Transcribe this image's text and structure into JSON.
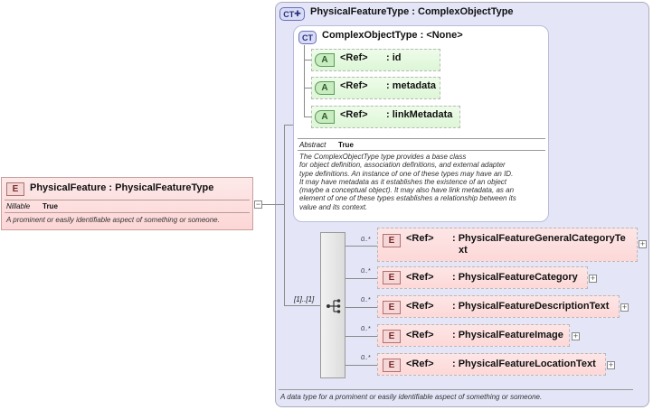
{
  "root_type": {
    "badge": "CT",
    "title": "PhysicalFeatureType : ComplexObjectType",
    "footer": "A data type for a prominent or easily identifiable aspect of something or someone."
  },
  "base_type": {
    "badge": "CT",
    "title": "ComplexObjectType : <None>",
    "attributes": [
      {
        "badge": "A",
        "ref": "<Ref>",
        "name": ": id"
      },
      {
        "badge": "A",
        "ref": "<Ref>",
        "name": ": metadata"
      },
      {
        "badge": "A",
        "ref": "<Ref>",
        "name": ": linkMetadata"
      }
    ],
    "abstract_label": "Abstract",
    "abstract_value": "True",
    "description_lines": [
      "The ComplexObjectType type provides a base class",
      "for object definition, association definitions, and external adapter",
      "type definitions. An instance of one of these types may have an ID.",
      "It may have metadata as it establishes the existence of an object",
      "(maybe a conceptual object). It may also have link metadata, as an",
      "element of one of these types establishes a relationship between its",
      "value and its context."
    ]
  },
  "element": {
    "badge": "E",
    "title": "PhysicalFeature : PhysicalFeatureType",
    "nillable_label": "Nillable",
    "nillable_value": "True",
    "description": "A prominent or easily identifiable aspect of something or someone."
  },
  "sequence": {
    "cardinality": "[1]..[1]",
    "children": [
      {
        "badge": "E",
        "cardinality": "0..*",
        "ref": "<Ref>",
        "name_lines": [
          ": PhysicalFeatureGeneralCategoryTe",
          "xt"
        ]
      },
      {
        "badge": "E",
        "cardinality": "0..*",
        "ref": "<Ref>",
        "name_lines": [
          ": PhysicalFeatureCategory"
        ]
      },
      {
        "badge": "E",
        "cardinality": "0..*",
        "ref": "<Ref>",
        "name_lines": [
          ": PhysicalFeatureDescriptionText"
        ]
      },
      {
        "badge": "E",
        "cardinality": "0..*",
        "ref": "<Ref>",
        "name_lines": [
          ": PhysicalFeatureImage"
        ]
      },
      {
        "badge": "E",
        "cardinality": "0..*",
        "ref": "<Ref>",
        "name_lines": [
          ": PhysicalFeatureLocationText"
        ]
      }
    ]
  },
  "icons": {
    "expand": "plus-icon",
    "collapse": "minus-icon",
    "sequence": "sequence-icon",
    "complex_type": "complex-type-icon"
  },
  "colors": {
    "type_panel": "#e2e4f8",
    "element_fill": "#fdd8d8",
    "attribute_fill": "#ddf6d6"
  }
}
